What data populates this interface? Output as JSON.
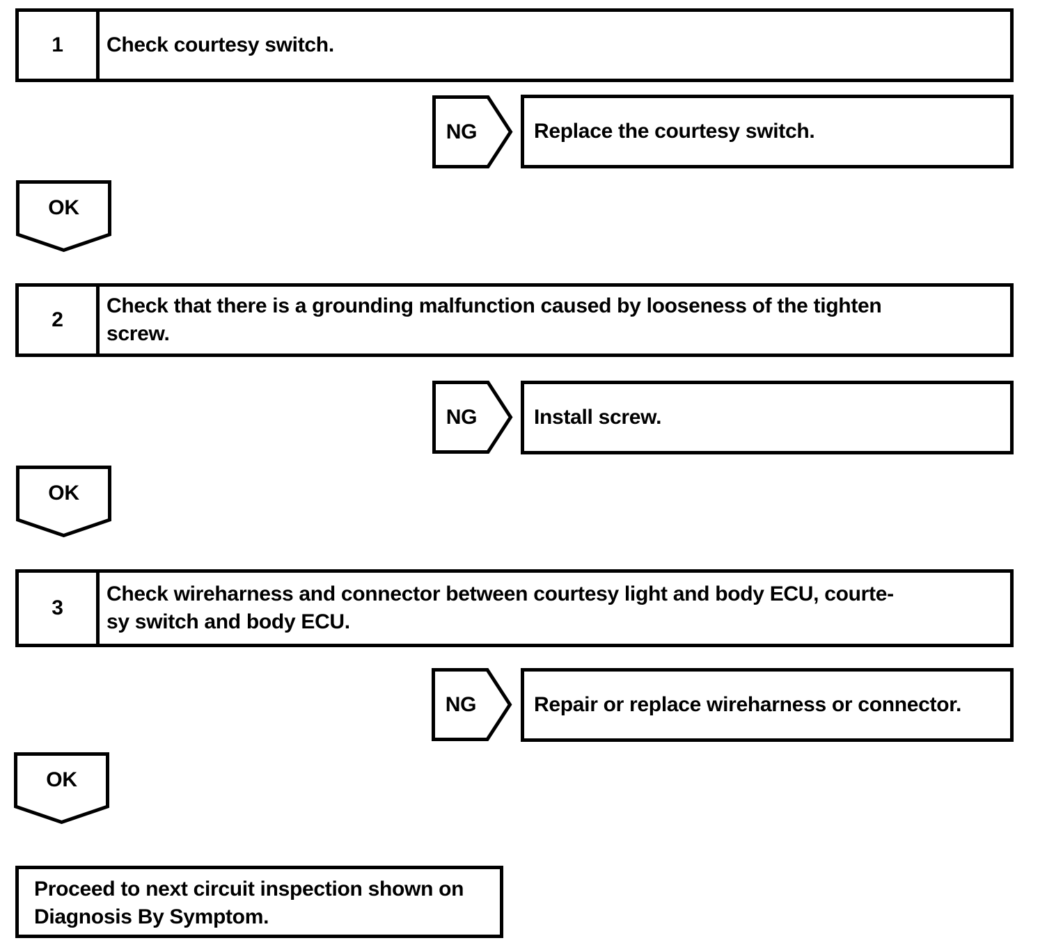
{
  "colors": {
    "ink": "#000000",
    "paper": "#ffffff"
  },
  "steps": [
    {
      "number": "1",
      "title_lines": [
        "Check courtesy switch."
      ],
      "ng_label": "NG",
      "ng_result": "Replace the courtesy switch.",
      "ok_label": "OK"
    },
    {
      "number": "2",
      "title_lines": [
        "Check that there is a grounding malfunction caused by looseness of the tighten",
        "screw."
      ],
      "ng_label": "NG",
      "ng_result": "Install screw.",
      "ok_label": "OK"
    },
    {
      "number": "3",
      "title_lines": [
        "Check wireharness and connector between courtesy light and body ECU, courte-",
        "sy switch and body ECU."
      ],
      "ng_label": "NG",
      "ng_result": "Repair or replace wireharness or connector.",
      "ok_label": "OK"
    }
  ],
  "final": {
    "lines": [
      "Proceed to next circuit inspection shown on",
      "Diagnosis By Symptom."
    ]
  }
}
